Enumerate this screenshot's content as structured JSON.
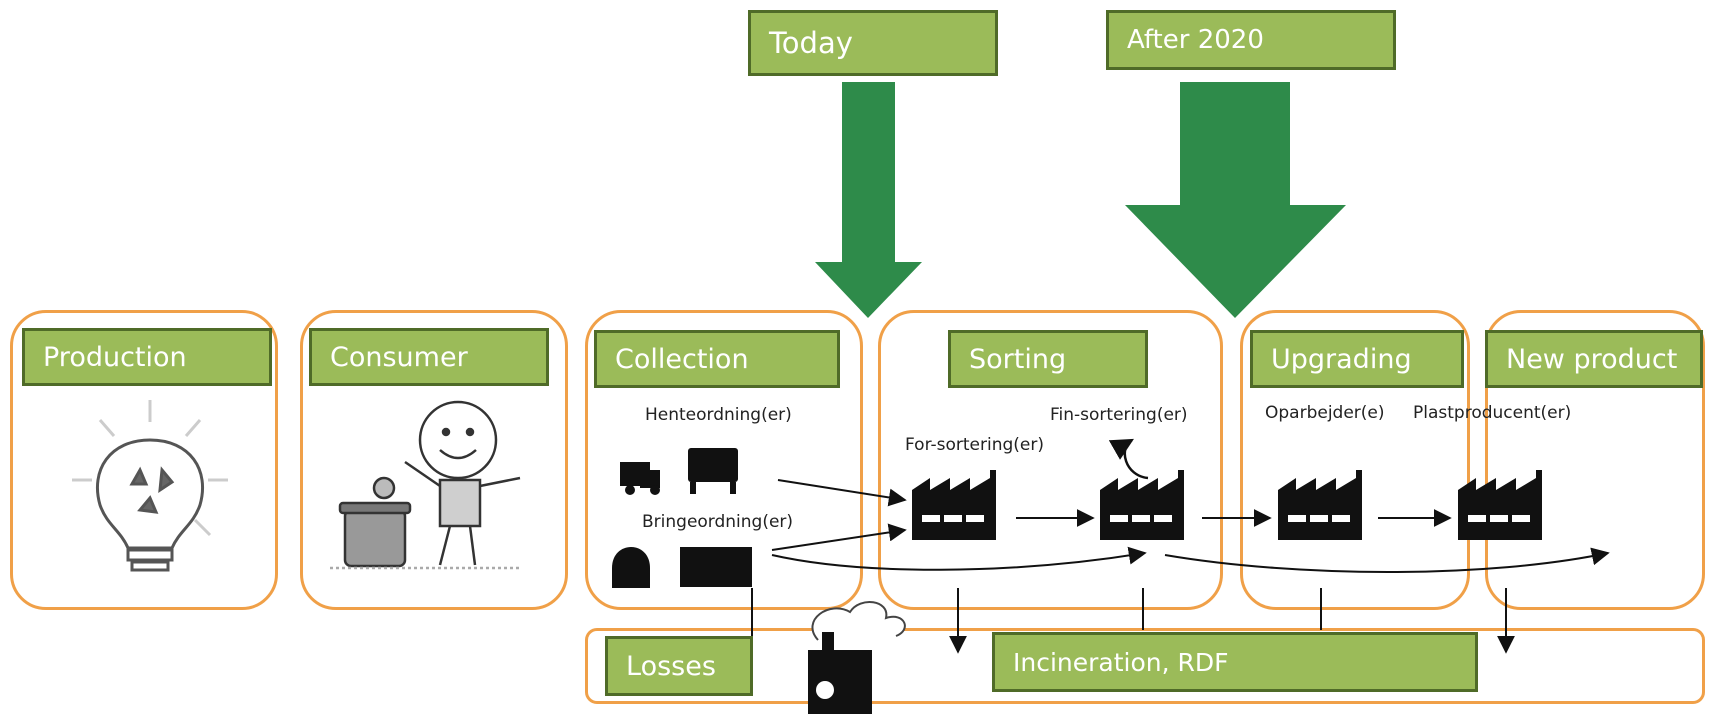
{
  "timeline": {
    "today": "Today",
    "after_2020": "After 2020"
  },
  "stages": {
    "production": "Production",
    "consumer": "Consumer",
    "collection": "Collection",
    "sorting": "Sorting",
    "upgrading": "Upgrading",
    "new_product": "New product"
  },
  "sublabels": {
    "henteordning": "Henteordning(er)",
    "bringeordning": "Bringeordning(er)",
    "for_sortering": "For-sortering(er)",
    "fin_sortering": "Fin-sortering(er)",
    "oparbejder": "Oparbejder(e)",
    "plastproducent": "Plastproducent(er)"
  },
  "losses": {
    "label": "Losses",
    "incineration": "Incineration, RDF"
  },
  "colors": {
    "green_arrow": "#2e8b4a",
    "label_fill": "#9bbb59",
    "label_border": "#4f6b28",
    "stage_border": "#f0a048"
  }
}
